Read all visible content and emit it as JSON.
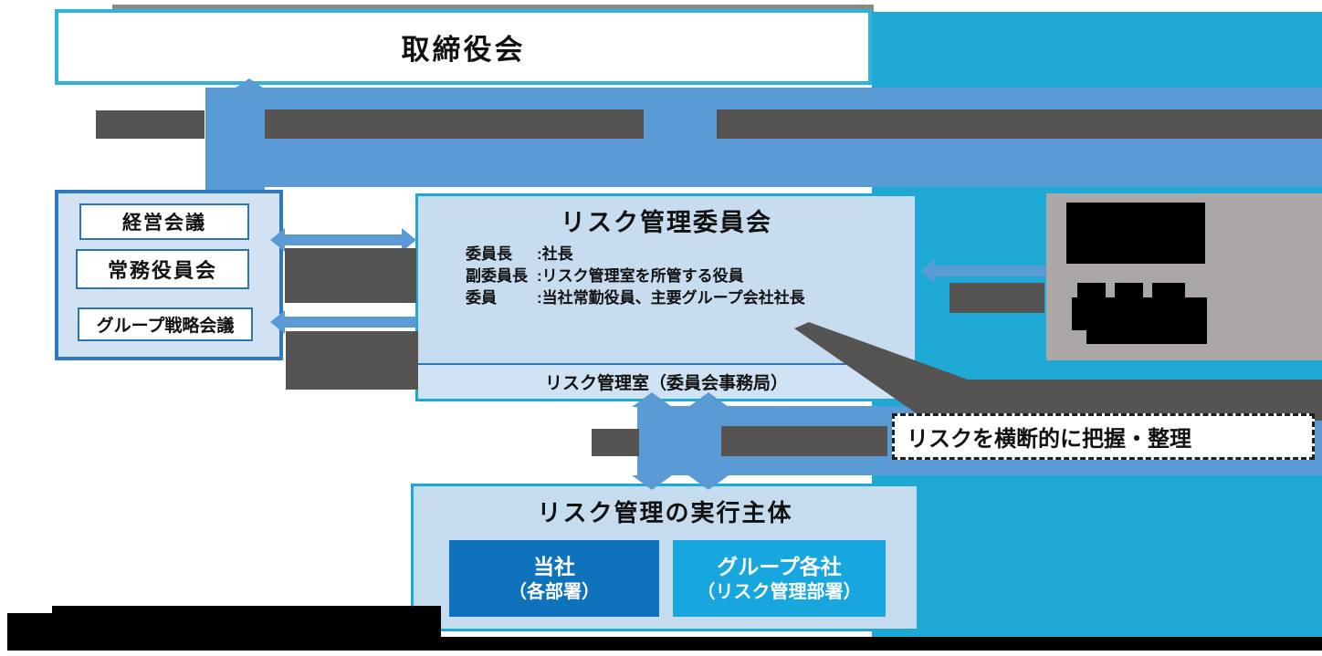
{
  "board": {
    "label": "取締役会"
  },
  "management_meetings": {
    "items": [
      "経営会議",
      "常務役員会",
      "グループ戦略会議"
    ]
  },
  "committee": {
    "title": "リスク管理委員会",
    "members": [
      {
        "role": "委員長",
        "value": ":社長"
      },
      {
        "role": "副委員長",
        "value": ":リスク管理室を所管する役員"
      },
      {
        "role": "委員",
        "value": ":当社常勤役員、主要グループ会社社長"
      }
    ],
    "office_label": "リスク管理室（委員会事務局）"
  },
  "callout": {
    "label": "リスクを横断的に把握・整理"
  },
  "executors": {
    "title": "リスク管理の実行主体",
    "boxes": [
      {
        "line1": "当社",
        "line2": "（各部署）"
      },
      {
        "line1": "グループ各社",
        "line2": "（リスク管理部署）"
      }
    ]
  },
  "colors": {
    "cyan_background": "#1ea9d4",
    "arrow_blue": "#5b9bd5",
    "panel_border_blue": "#2e79c0",
    "committee_fill": "#c8dcf0",
    "company_box_blue": "#0e72bd",
    "group_box_cyan": "#17a6dd",
    "gray_box": "#aba7a7",
    "redaction_dark_gray": "#565353",
    "redaction_black": "#000000"
  }
}
